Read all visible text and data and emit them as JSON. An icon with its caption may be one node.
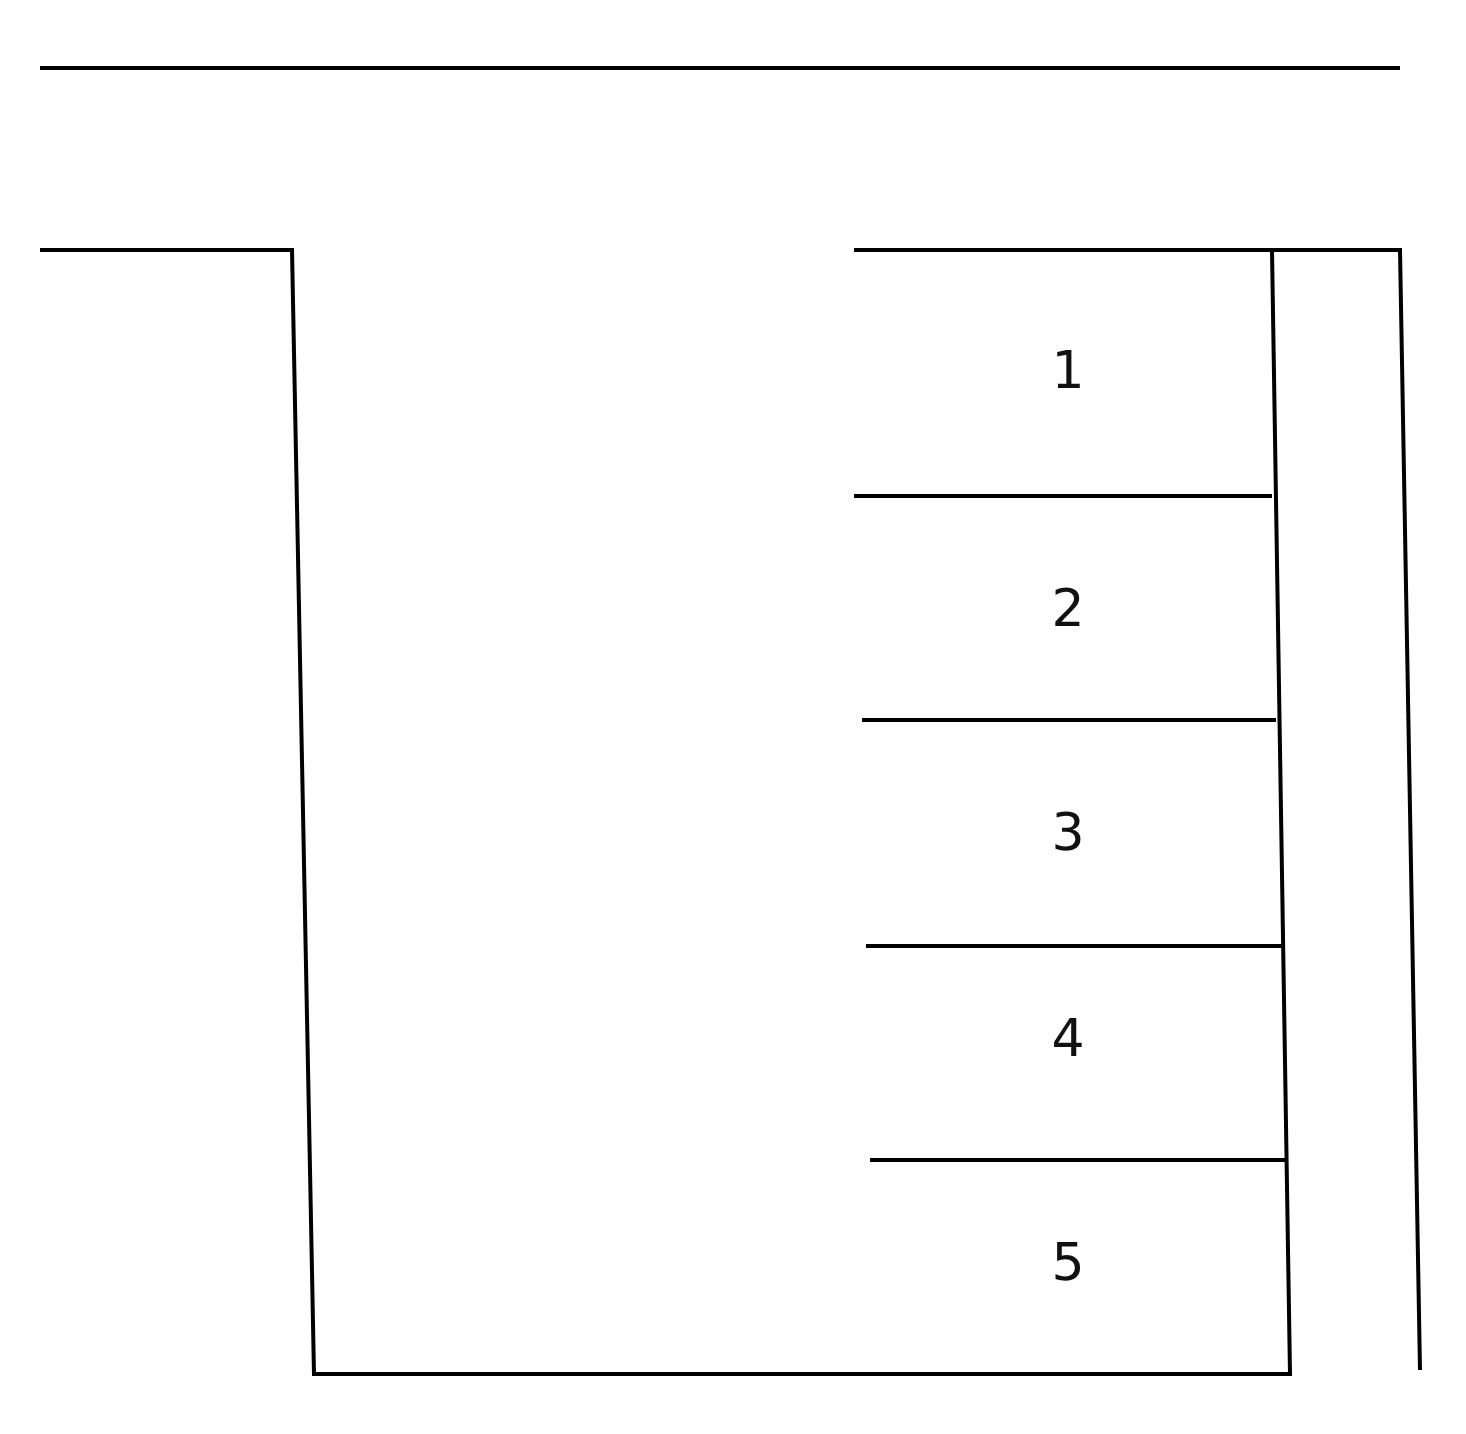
{
  "diagram": {
    "nodes": [
      {
        "text": [
          "1"
        ]
      },
      {
        "text": [
          "2"
        ]
      },
      {
        "text": [
          "3"
        ]
      },
      {
        "text": [
          "4"
        ]
      },
      {
        "text": [
          "5"
        ]
      }
    ]
  }
}
